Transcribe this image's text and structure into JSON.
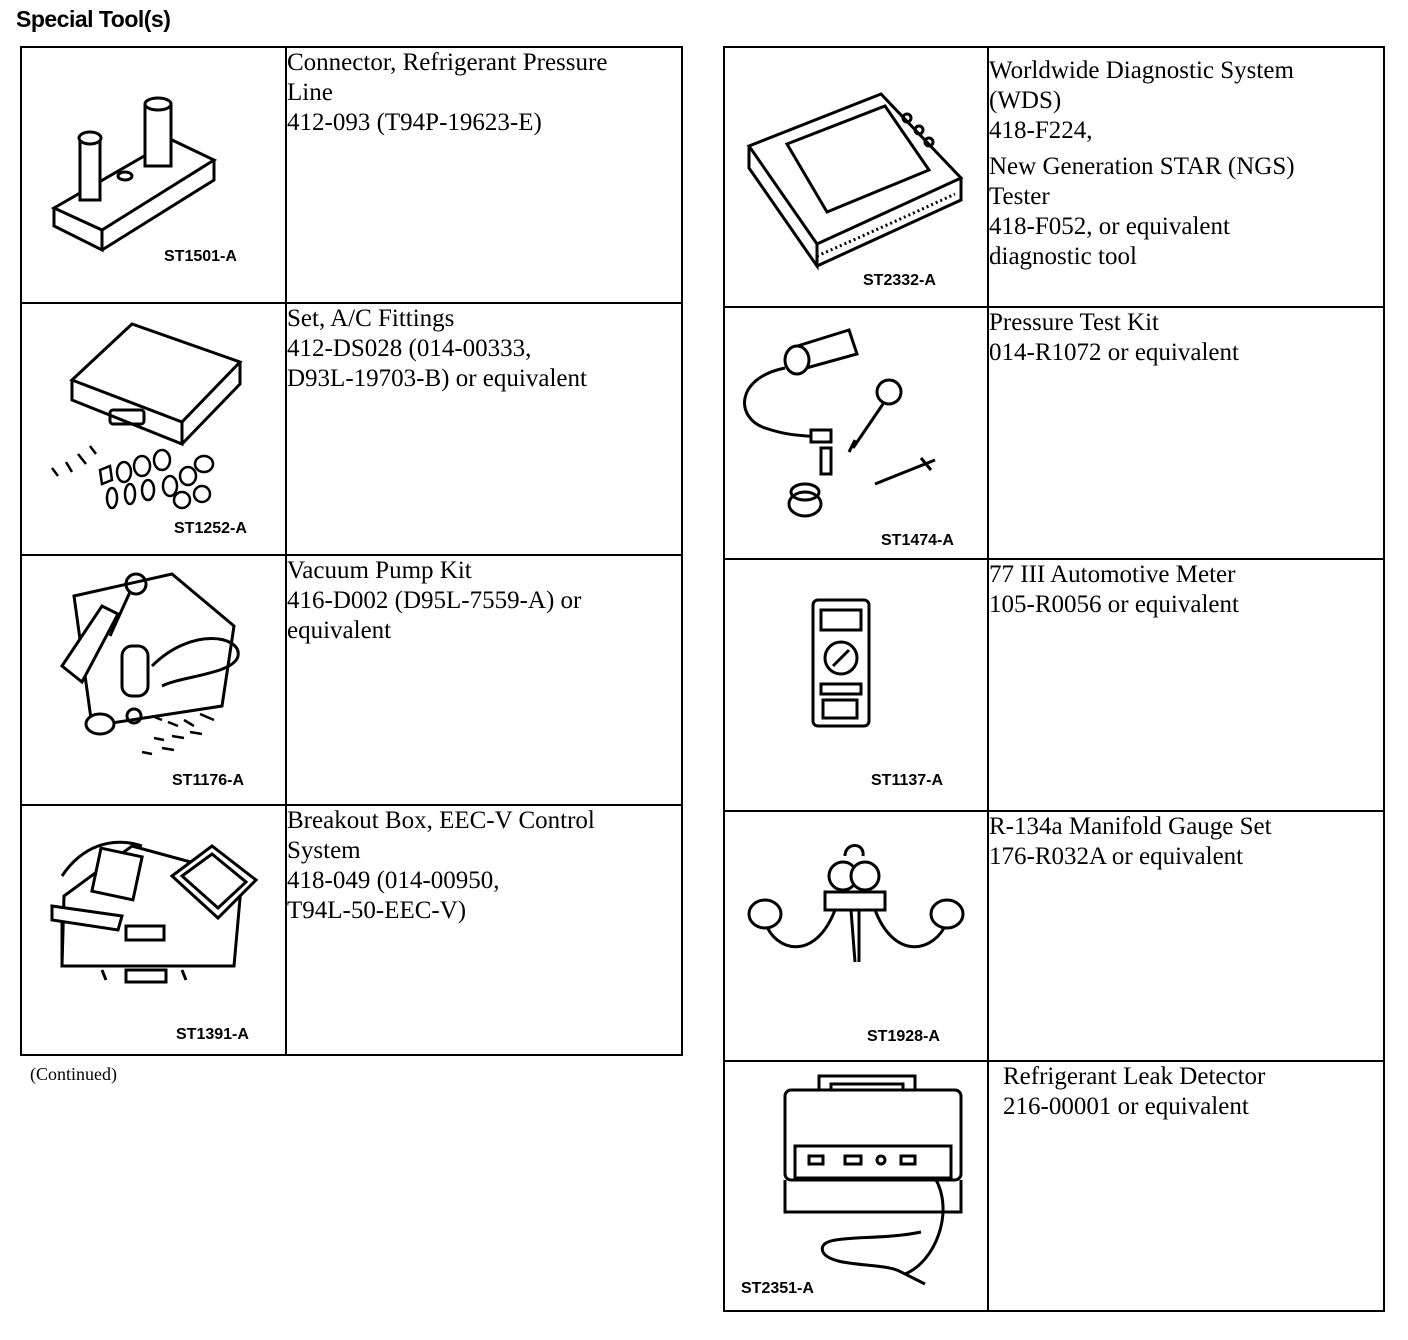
{
  "heading": "Special Tool(s)",
  "continued": "(Continued)",
  "left_tools": [
    {
      "code": "ST1501-A",
      "lines": [
        "Connector, Refrigerant Pressure",
        "Line",
        "412-093 (T94P-19623-E)"
      ]
    },
    {
      "code": "ST1252-A",
      "lines": [
        "Set, A/C Fittings",
        "412-DS028 (014-00333,",
        "D93L-19703-B) or equivalent"
      ]
    },
    {
      "code": "ST1176-A",
      "lines": [
        "Vacuum Pump Kit",
        "416-D002 (D95L-7559-A) or",
        "equivalent"
      ]
    },
    {
      "code": "ST1391-A",
      "lines": [
        "Breakout Box, EEC-V Control",
        "System",
        "418-049 (014-00950,",
        "T94L-50-EEC-V)"
      ]
    }
  ],
  "right_tools": [
    {
      "code": "ST2332-A",
      "lines": [
        "Worldwide Diagnostic System",
        "(WDS)",
        "418-F224,",
        "New Generation STAR (NGS)",
        "Tester",
        "418-F052, or equivalent",
        "diagnostic tool"
      ]
    },
    {
      "code": "ST1474-A",
      "lines": [
        "Pressure Test Kit",
        "014-R1072 or equivalent"
      ]
    },
    {
      "code": "ST1137-A",
      "lines": [
        "77 III Automotive Meter",
        "105-R0056 or equivalent"
      ]
    },
    {
      "code": "ST1928-A",
      "lines": [
        "R-134a Manifold Gauge Set",
        "176-R032A or equivalent"
      ]
    },
    {
      "code": "ST2351-A",
      "lines": [
        "Refrigerant Leak Detector",
        "216-00001 or equivalent"
      ]
    }
  ]
}
